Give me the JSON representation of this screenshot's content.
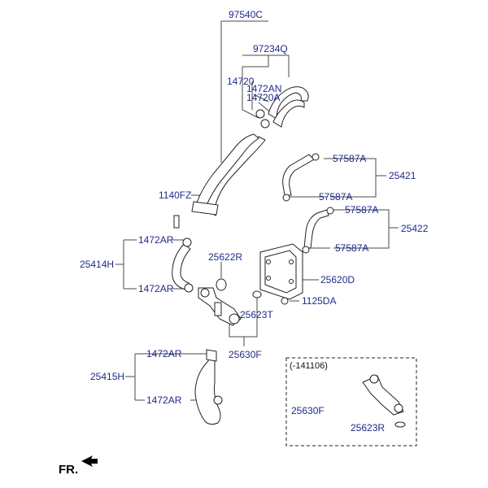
{
  "diagram": {
    "labels": {
      "p97540C": "97540C",
      "p97234Q": "97234Q",
      "p14720": "14720",
      "p1472AN": "1472AN",
      "p14720A": "14720A",
      "p57587A_1": "57587A",
      "p25421": "25421",
      "p57587A_2": "57587A",
      "p1140FZ": "1140FZ",
      "p57587A_3": "57587A",
      "p25422": "25422",
      "p57587A_4": "57587A",
      "p1472AR_1": "1472AR",
      "p25622R": "25622R",
      "p25414H": "25414H",
      "p25620D": "25620D",
      "p1472AR_2": "1472AR",
      "p1125DA": "1125DA",
      "p25623T": "25623T",
      "p25630F": "25630F",
      "p1472AR_3": "1472AR",
      "p25415H": "25415H",
      "p1472AR_4": "1472AR",
      "p25630F_2": "25630F",
      "p25623R": "25623R"
    },
    "inset_caption": "(-141106)",
    "front_label": "FR."
  },
  "colors": {
    "label_text": "#1f2a8a",
    "leader_line": "#4a4a4a",
    "part_outline": "#222222"
  }
}
